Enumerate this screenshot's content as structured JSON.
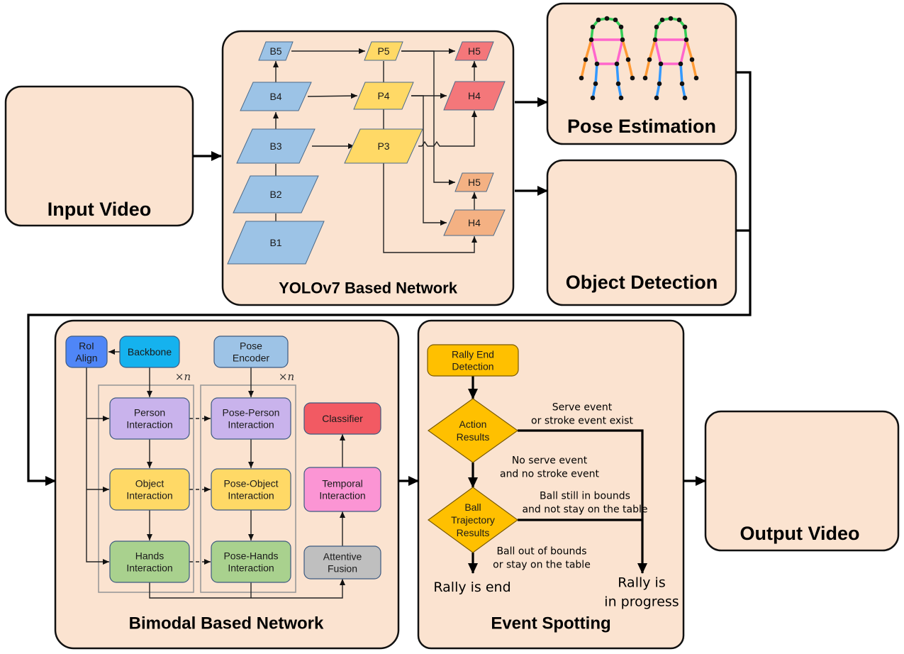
{
  "panels": {
    "input": "Input Video",
    "yolo": "YOLOv7 Based Network",
    "pose": "Pose Estimation",
    "detect": "Object Detection",
    "bimodal": "Bimodal Based Network",
    "event": "Event Spotting",
    "output": "Output Video"
  },
  "yolo_nodes": {
    "b5": "B5",
    "b4": "B4",
    "b3": "B3",
    "b2": "B2",
    "b1": "B1",
    "p5": "P5",
    "p4": "P4",
    "p3": "P3",
    "h5a": "H5",
    "h4a": "H4",
    "h5b": "H5",
    "h4b": "H4"
  },
  "bimodal_nodes": {
    "roi": [
      "RoI",
      "Align"
    ],
    "backbone": [
      "Backbone"
    ],
    "pose_encoder": [
      "Pose",
      "Encoder"
    ],
    "person": [
      "Person",
      "Interaction"
    ],
    "object": [
      "Object",
      "Interaction"
    ],
    "hands": [
      "Hands",
      "Interaction"
    ],
    "pose_person": [
      "Pose-Person",
      "Interaction"
    ],
    "pose_object": [
      "Pose-Object",
      "Interaction"
    ],
    "pose_hands": [
      "Pose-Hands",
      "Interaction"
    ],
    "classifier": [
      "Classifier"
    ],
    "temporal": [
      "Temporal",
      "Interaction"
    ],
    "fusion": [
      "Attentive",
      "Fusion"
    ],
    "repeat_a": "×n",
    "repeat_b": "×n"
  },
  "event_nodes": {
    "rally_end": [
      "Rally End",
      "Detection"
    ],
    "action": [
      "Action",
      "Results"
    ],
    "trajectory": [
      "Ball",
      "Trajectory",
      "Results"
    ]
  },
  "event_labels": {
    "serve": [
      "Serve event",
      "or stroke event exist"
    ],
    "no_serve": [
      "No serve event",
      "and no stroke event"
    ],
    "in_bounds": [
      "Ball still in bounds",
      "and not stay on the table"
    ],
    "out_bounds": [
      "Ball out of bounds",
      "or stay on the table"
    ]
  },
  "outcomes": {
    "end": [
      "Rally is end"
    ],
    "progress": [
      "Rally is",
      "in progress"
    ]
  },
  "colors": {
    "panel": "#fbe3d0",
    "backbone_blue": "#9cc3e6",
    "p_yellow": "#ffd966",
    "h_red": "#f4777a",
    "h_orange": "#f4b183",
    "roi_blue": "#4f86f7",
    "backbone_cyan": "#15b2ee",
    "pose_blue": "#9dc3e6",
    "purple": "#c9b3ec",
    "yellow": "#ffd966",
    "green": "#a9d18e",
    "red": "#f25a63",
    "pink": "#fb95d4",
    "gray": "#bfbfbf",
    "gold": "#ffc000"
  }
}
